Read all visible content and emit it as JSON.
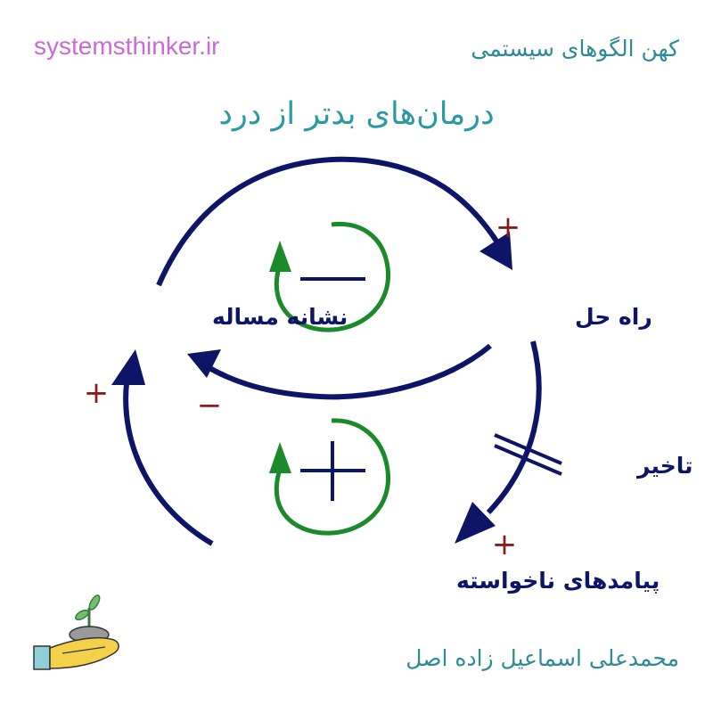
{
  "header": {
    "site": "systemsthinker.ir",
    "series": "کهن الگوهای سیستمی"
  },
  "title": "درمان‌های بدتر از درد",
  "diagram": {
    "nodes": {
      "symptom": "نشانه مساله",
      "solution": "راه حل",
      "consequences": "پیامدهای ناخواسته"
    },
    "delay_label": "تاخیر",
    "loops": [
      {
        "type": "balancing",
        "sign": "−"
      },
      {
        "type": "reinforcing",
        "sign": "+"
      }
    ],
    "link_polarities": {
      "symptom_to_solution": "+",
      "solution_to_symptom": "−",
      "solution_to_consequences": "+",
      "consequences_to_symptom": "+"
    },
    "colors": {
      "arrow": "#0e1566",
      "loop": "#1a8a2a",
      "polarity": "#8e1a1a"
    }
  },
  "footer": {
    "author": "محمدعلی اسماعیل زاده اصل",
    "logo_icon": "hand-with-sprout-icon"
  }
}
